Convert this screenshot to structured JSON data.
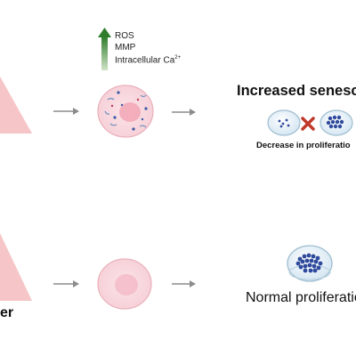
{
  "top_panel": {
    "indicators": {
      "ros": "ROS",
      "mmp": "MMP",
      "calcium": "Intracellular Ca",
      "calcium_sup": "2+"
    },
    "outcome_title": "Increased senesce",
    "outcome_caption": "Decrease in proliferatio"
  },
  "bottom_panel": {
    "outcome_title": "Normal proliferatio",
    "edge_text": "er"
  },
  "colors": {
    "triangle": "#f5c5c7",
    "cell_fill": "#f9d9df",
    "cell_edge": "#eab0bb",
    "nucleus": "#f2a6b5",
    "arrow": "#8c8c8c",
    "up_arrow": "#3d8a3a",
    "dish_fill": "#dbeaf4",
    "dish_edge": "#9fbdd0",
    "colony": "#2f4a9c",
    "cross": "#c0392b"
  }
}
